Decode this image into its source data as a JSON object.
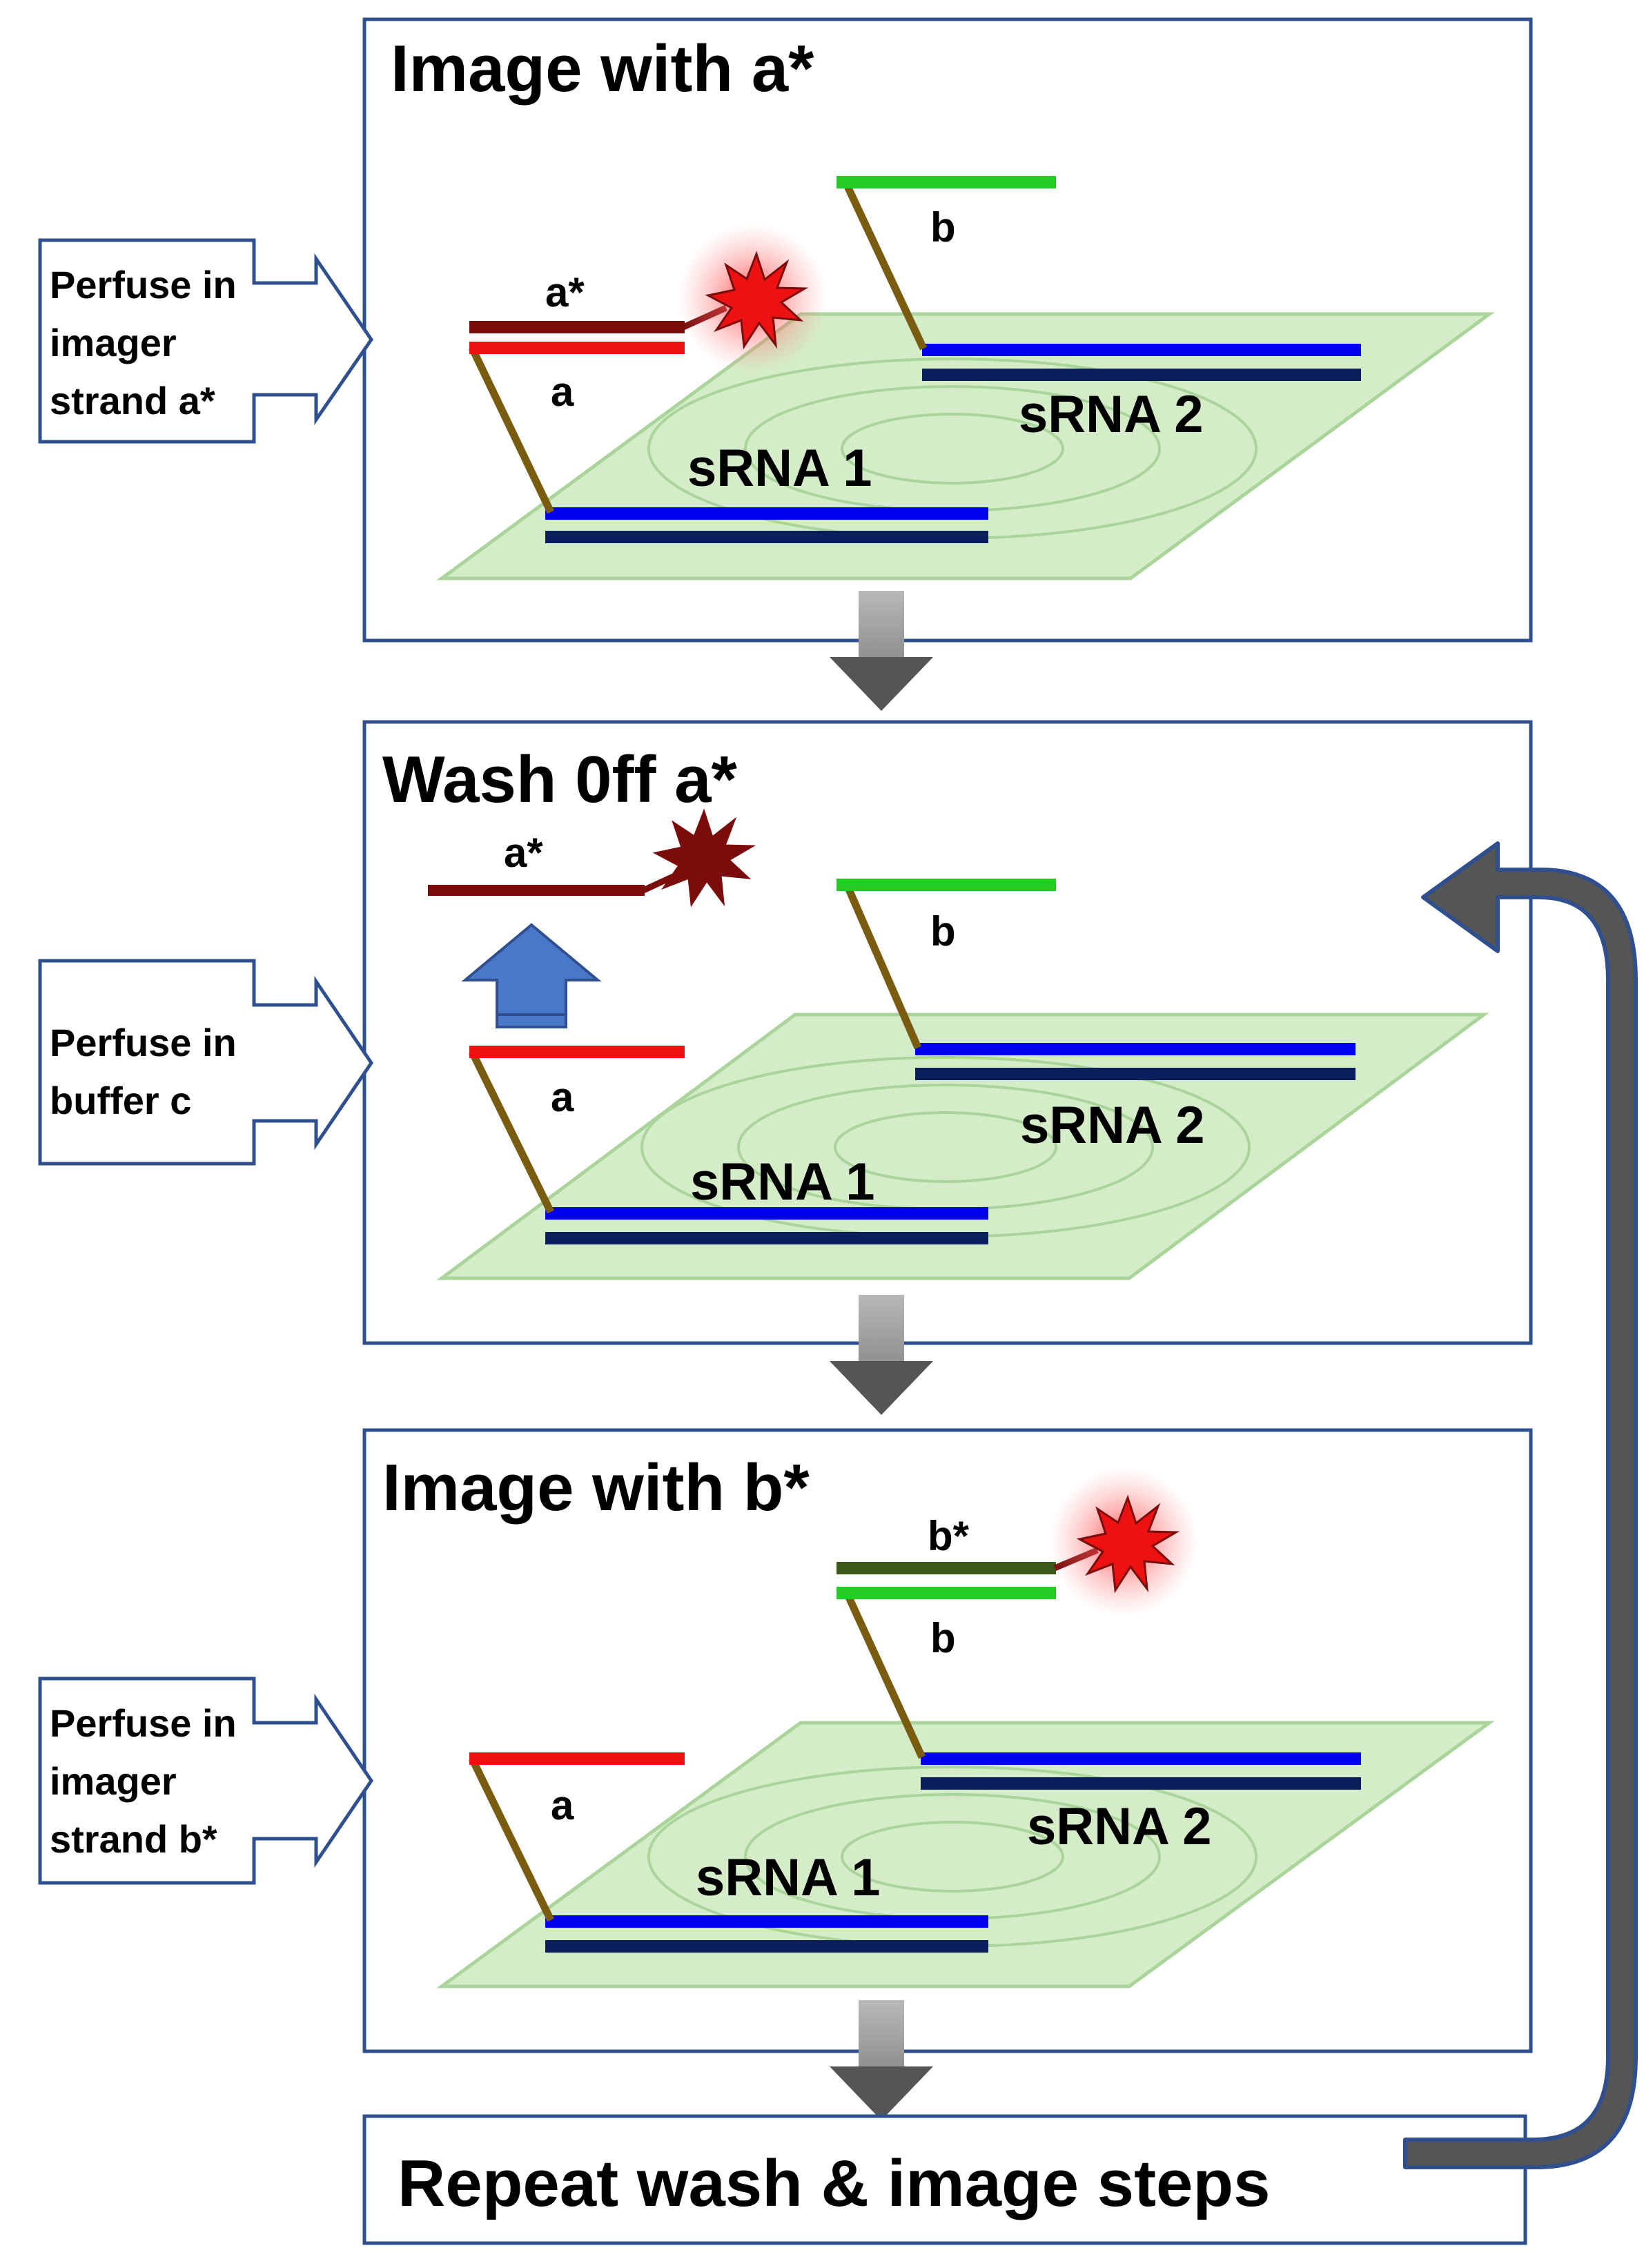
{
  "colors": {
    "panel_border": "#2f4f8f",
    "surface_fill": "#d4ecc8",
    "surface_stroke": "#a9d49a",
    "strand_blue": "#0000ee",
    "strand_navy": "#0b1f5c",
    "linker_brown": "#7a5c10",
    "strand_red": "#ee1111",
    "strand_green": "#22cc22",
    "imager_a": "#7a0c0c",
    "imager_b": "#3a5a1a",
    "flow_arrow": "#555555",
    "wash_arrow": "#4a78c8"
  },
  "panels": [
    {
      "title": "Image with a*",
      "perfuse_lines": [
        "Perfuse in",
        "imager",
        "strand a*"
      ],
      "labels": {
        "imager": "a*",
        "a": "a",
        "b": "b",
        "srna1": "sRNA 1",
        "srna2": "sRNA 2"
      }
    },
    {
      "title": "Wash 0ff a*",
      "perfuse_lines": [
        "Perfuse in",
        "buffer c"
      ],
      "labels": {
        "imager": "a*",
        "a": "a",
        "b": "b",
        "srna1": "sRNA 1",
        "srna2": "sRNA 2"
      }
    },
    {
      "title": "Image with b*",
      "perfuse_lines": [
        "Perfuse in",
        "imager",
        "strand b*"
      ],
      "labels": {
        "imager": "b*",
        "a": "a",
        "b": "b",
        "srna1": "sRNA 1",
        "srna2": "sRNA 2"
      }
    }
  ],
  "repeat_label": "Repeat wash & image steps",
  "icons": {
    "fluorophore": "starburst-icon",
    "flow": "down-arrow-icon",
    "wash": "up-arrow-icon",
    "loop": "curved-return-arrow-icon",
    "perfuse": "right-arrow-callout-icon"
  }
}
